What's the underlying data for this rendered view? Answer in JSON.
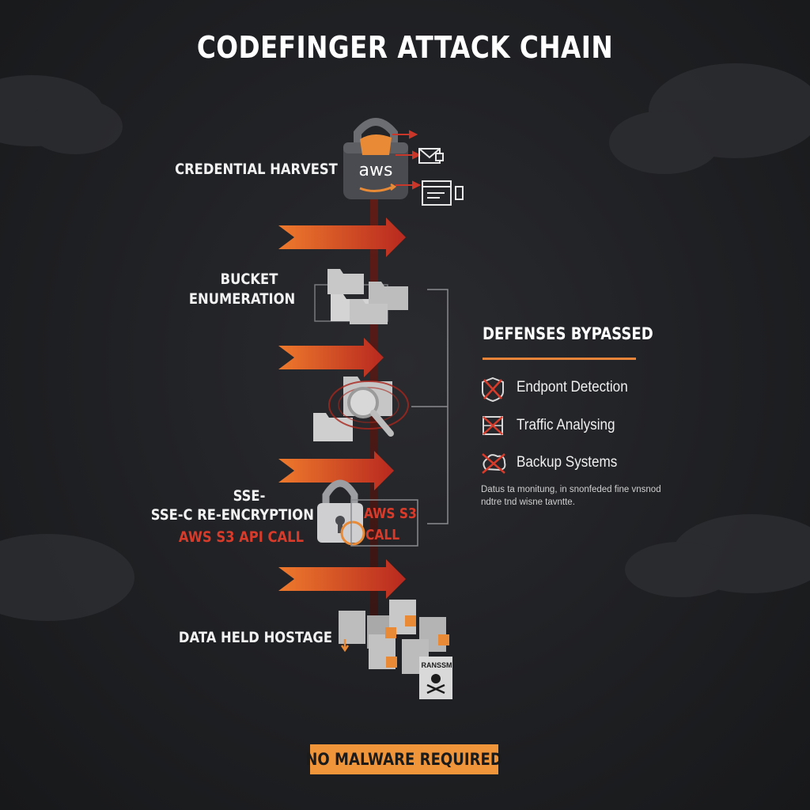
{
  "title": "CODEFINGER ATTACK CHAIN",
  "steps": [
    {
      "label": "CREDENTIAL HARVEST",
      "icon": "aws-lock-icon"
    },
    {
      "label_line1": "BUCKET",
      "label_line2": "ENUMERATION",
      "icon": "folders-icon"
    },
    {
      "icon": "folder-search-icon"
    },
    {
      "label_line1": "SSE-",
      "label_line2": "SSE-C RE-ENCRYPTION",
      "label_line3": "AWS S3 API CALL",
      "icon": "padlock-icon"
    },
    {
      "label": "DATA HELD HOSTAGE",
      "icon": "ransom-documents-icon"
    }
  ],
  "aws_logo_text": "aws",
  "api_box": {
    "line1": "AWS S3",
    "line2": "CALL"
  },
  "ransom_note_text": "RANSSM",
  "defenses": {
    "title": "DEFENSES BYPASSED",
    "items": [
      {
        "label": "Endpont Detection",
        "icon": "shield-x-icon"
      },
      {
        "label": "Traffic Analysing",
        "icon": "network-x-icon"
      },
      {
        "label": "Backup Systems",
        "icon": "cloud-x-icon"
      }
    ],
    "note": "Datus ta monitung, in snonfeded fine vnsnod ndtre tnd wisne tavntte."
  },
  "badge": "NO MALWARE REQUIRED",
  "colors": {
    "accent_orange": "#f0953a",
    "accent_red": "#d93b2b",
    "arrow_start": "#e8702a",
    "arrow_end": "#b3261e"
  }
}
